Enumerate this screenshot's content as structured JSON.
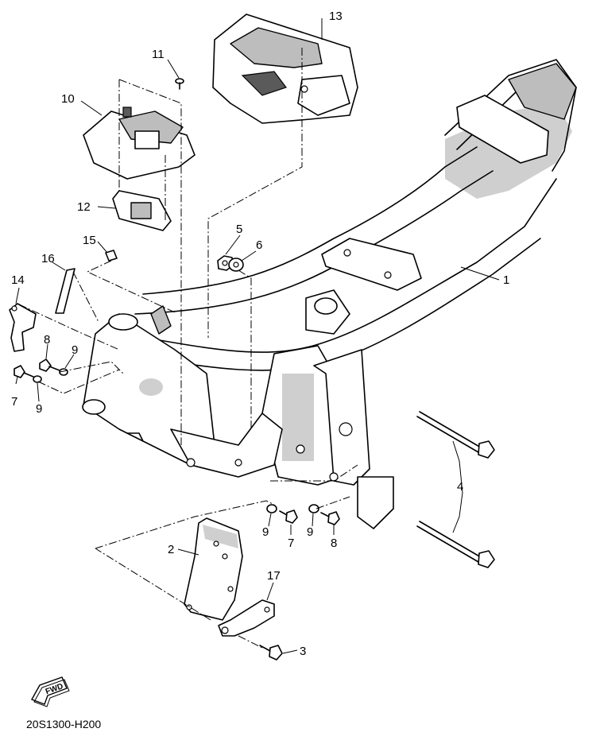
{
  "callouts": {
    "c1": "1",
    "c2": "2",
    "c3": "3",
    "c4a": "4",
    "c4b": "4",
    "c5": "5",
    "c6": "6",
    "c7a": "7",
    "c7b": "7",
    "c8a": "8",
    "c8b": "8",
    "c9a": "9",
    "c9b": "9",
    "c9c": "9",
    "c9d": "9",
    "c10": "10",
    "c11": "11",
    "c12": "12",
    "c13": "13",
    "c14": "14",
    "c15": "15",
    "c16": "16",
    "c17": "17"
  },
  "fwd_label": "FWD",
  "ref_code": "20S1300-H200"
}
